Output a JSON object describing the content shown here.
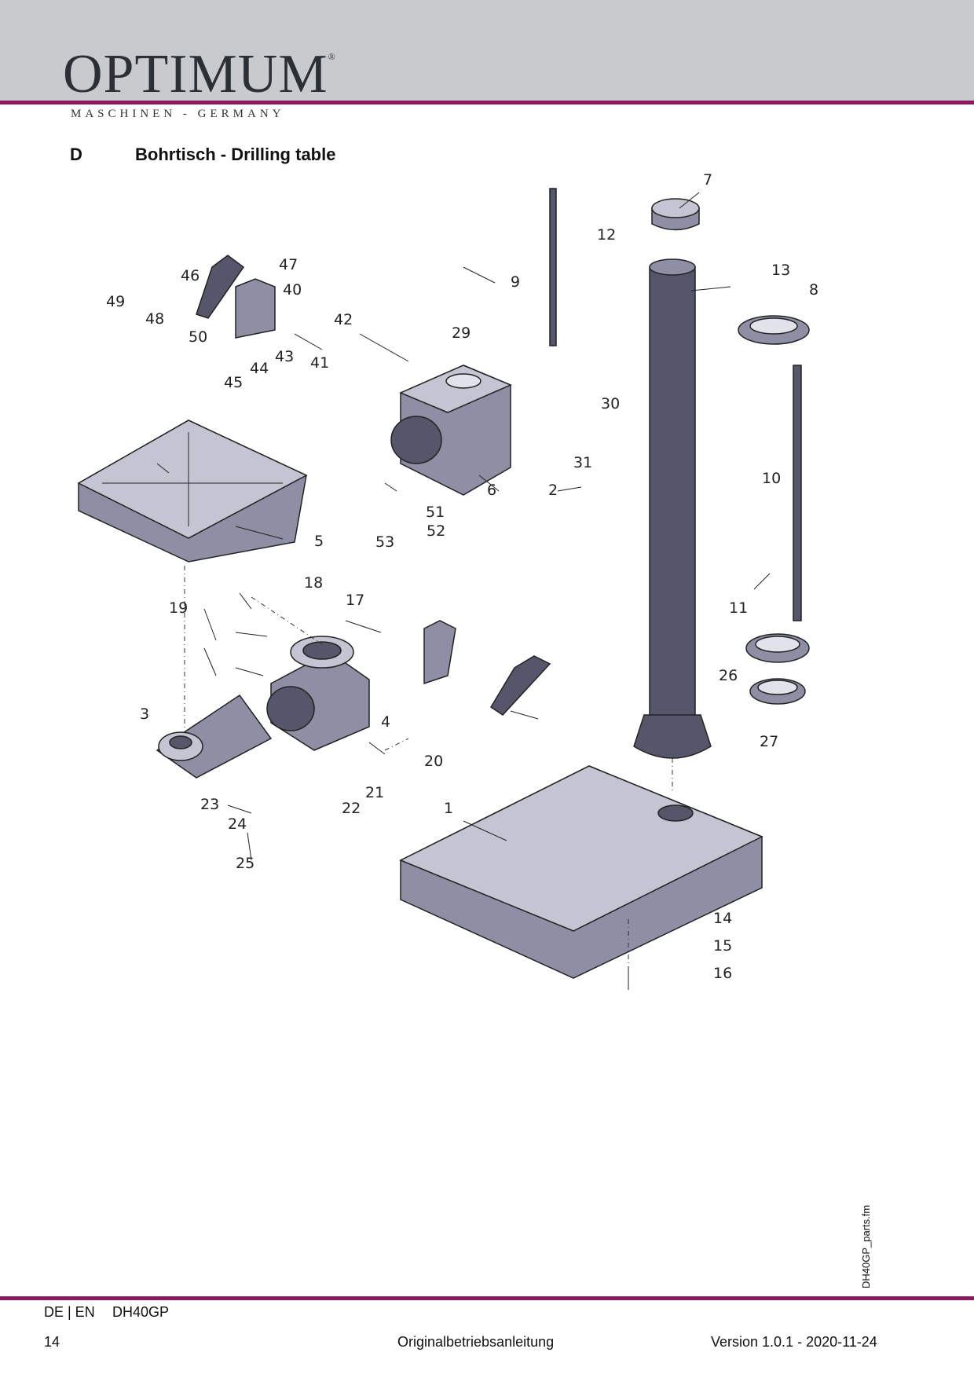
{
  "header": {
    "logo_text": "OPTIMUM",
    "logo_mark": "®",
    "tagline": "MASCHINEN - GERMANY"
  },
  "section": {
    "letter": "D",
    "title": "Bohrtisch - Drilling table"
  },
  "diagram": {
    "labels": [
      "1",
      "2",
      "3",
      "4",
      "5",
      "6",
      "7",
      "8",
      "9",
      "10",
      "11",
      "12",
      "13",
      "14",
      "15",
      "16",
      "17",
      "18",
      "19",
      "20",
      "21",
      "22",
      "23",
      "24",
      "25",
      "26",
      "27",
      "29",
      "30",
      "31",
      "40",
      "41",
      "42",
      "43",
      "44",
      "45",
      "46",
      "47",
      "48",
      "49",
      "50",
      "51",
      "52",
      "53"
    ]
  },
  "side_label": "DH40GP_parts.fm",
  "footer": {
    "lang": "DE | EN",
    "model": "DH40GP",
    "page": "14",
    "center": "Originalbetriebsanleitung",
    "version": "Version 1.0.1 - 2020-11-24"
  }
}
